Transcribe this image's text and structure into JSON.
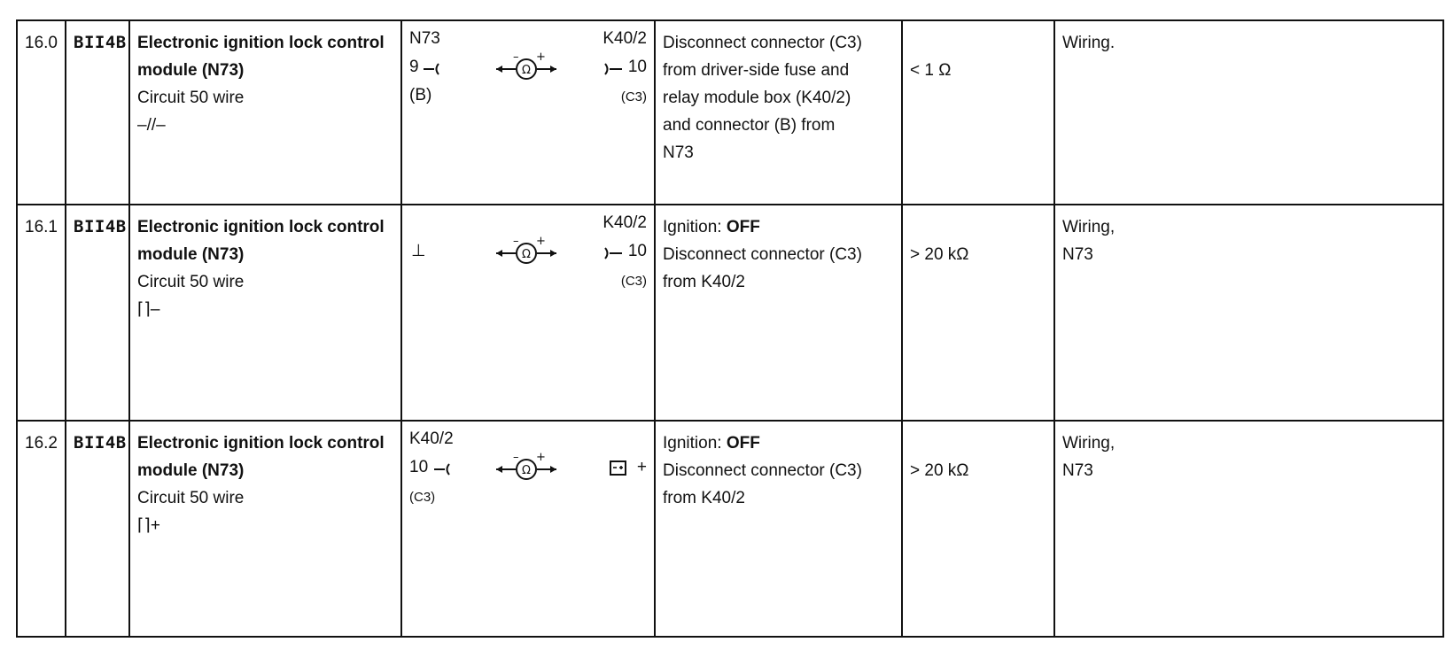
{
  "rows": [
    {
      "step": "16.0",
      "code": "BII4B",
      "component_title": "Electronic ignition lock control module (N73)",
      "component_sub": "Circuit 50 wire",
      "symbol": "–//–",
      "conn": {
        "left_label": "N73",
        "left_pin": "9",
        "left_conn": "(B)",
        "right_label": "K40/2",
        "right_pin": "10",
        "right_conn": "(C3)",
        "right_kind": "socket"
      },
      "condition_lines": [
        "Disconnect connector (C3)",
        "from driver-side fuse and",
        "relay module box (K40/2)",
        "and connector (B) from",
        "N73"
      ],
      "condition_bold": "",
      "spec": "< 1 Ω",
      "remedy_lines": [
        "Wiring."
      ]
    },
    {
      "step": "16.1",
      "code": "BII4B",
      "component_title": "Electronic ignition lock control module (N73)",
      "component_sub": "Circuit 50 wire",
      "symbol": "⌈⌉–",
      "conn": {
        "left_label": "",
        "left_pin": "⊥",
        "left_conn": "",
        "right_label": "K40/2",
        "right_pin": "10",
        "right_conn": "(C3)",
        "right_kind": "socket"
      },
      "condition_prefix": "Ignition: ",
      "condition_bold": "OFF",
      "condition_lines": [
        "Disconnect connector (C3)",
        "from K40/2"
      ],
      "spec": "> 20 kΩ",
      "remedy_lines": [
        "Wiring,",
        "N73"
      ]
    },
    {
      "step": "16.2",
      "code": "BII4B",
      "component_title": "Electronic ignition lock control module (N73)",
      "component_sub": "Circuit 50 wire",
      "symbol": "⌈⌉+",
      "conn": {
        "left_label": "K40/2",
        "left_pin": "10",
        "left_conn": "(C3)",
        "right_label": "",
        "right_pin": "+",
        "right_conn": "",
        "right_kind": "battery"
      },
      "condition_prefix": "Ignition: ",
      "condition_bold": "OFF",
      "condition_lines": [
        "Disconnect connector (C3)",
        "from K40/2"
      ],
      "spec": "> 20 kΩ",
      "remedy_lines": [
        "Wiring,",
        "N73"
      ]
    }
  ]
}
